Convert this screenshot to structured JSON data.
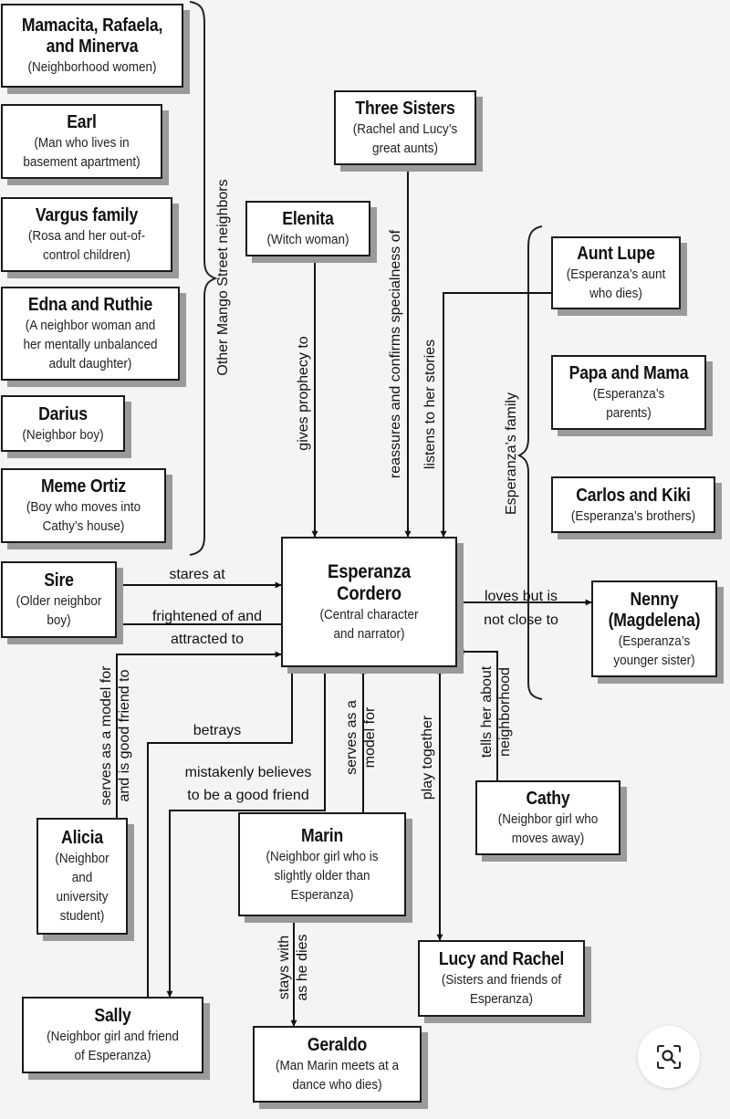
{
  "nodes": {
    "mamacita": {
      "name": "Mamacita, Rafaela,\nand Minerva",
      "desc": "(Neighborhood women)"
    },
    "earl": {
      "name": "Earl",
      "desc": "(Man who lives in\nbasement apartment)"
    },
    "vargus": {
      "name": "Vargus family",
      "desc": "(Rosa and her out-of-\ncontrol children)"
    },
    "edna": {
      "name": "Edna and Ruthie",
      "desc": "(A neighbor woman and\nher mentally unbalanced\nadult daughter)"
    },
    "darius": {
      "name": "Darius",
      "desc": "(Neighbor boy)"
    },
    "meme": {
      "name": "Meme Ortiz",
      "desc": "(Boy who moves into\nCathy’s house)"
    },
    "sire": {
      "name": "Sire",
      "desc": "(Older neighbor\nboy)"
    },
    "three_sisters": {
      "name": "Three Sisters",
      "desc": "(Rachel and Lucy’s\ngreat aunts)"
    },
    "elenita": {
      "name": "Elenita",
      "desc": "(Witch woman)"
    },
    "aunt_lupe": {
      "name": "Aunt Lupe",
      "desc": "(Esperanza’s aunt\nwho dies)"
    },
    "papa_mama": {
      "name": "Papa and Mama",
      "desc": "(Esperanza’s\nparents)"
    },
    "carlos_kiki": {
      "name": "Carlos and Kiki",
      "desc": "(Esperanza’s brothers)"
    },
    "esperanza": {
      "name": "Esperanza\nCordero",
      "desc": "(Central character\nand narrator)"
    },
    "nenny": {
      "name": "Nenny\n(Magdelena)",
      "desc": "(Esperanza’s\nyounger sister)"
    },
    "alicia": {
      "name": "Alicia",
      "desc": "(Neighbor\nand\nuniversity\nstudent)"
    },
    "marin": {
      "name": "Marin",
      "desc": "(Neighbor girl who is\nslightly older than\nEsperanza)"
    },
    "cathy": {
      "name": "Cathy",
      "desc": "(Neighbor girl who\nmoves away)"
    },
    "lucy_rachel": {
      "name": "Lucy and Rachel",
      "desc": "(Sisters and friends of\nEsperanza)"
    },
    "sally": {
      "name": "Sally",
      "desc": "(Neighbor girl and friend\nof Esperanza)"
    },
    "geraldo": {
      "name": "Geraldo",
      "desc": "(Man Marin meets at a\ndance who dies)"
    }
  },
  "groups": {
    "neighbors": "Other Mango Street neighbors",
    "family": "Esperanza’s family"
  },
  "edges": {
    "stares_at": "stares at",
    "frightened": "frightened of and\nattracted to",
    "prophecy": "gives prophecy to",
    "reassures": "reassures and confirms specialness of",
    "listens": "listens to her stories",
    "loves": "loves but is\nnot close to",
    "alicia_model": "serves as a model for\nand is good friend to",
    "betrays": "betrays",
    "mistaken": "mistakenly believes\nto be a good friend",
    "marin_model": "serves as a\nmodel for",
    "play": "play together",
    "tells": "tells her about\nneighborhood",
    "stays": "stays with\nas he dies"
  },
  "controls": {
    "zoom_icon": "search-zoom-icon"
  }
}
